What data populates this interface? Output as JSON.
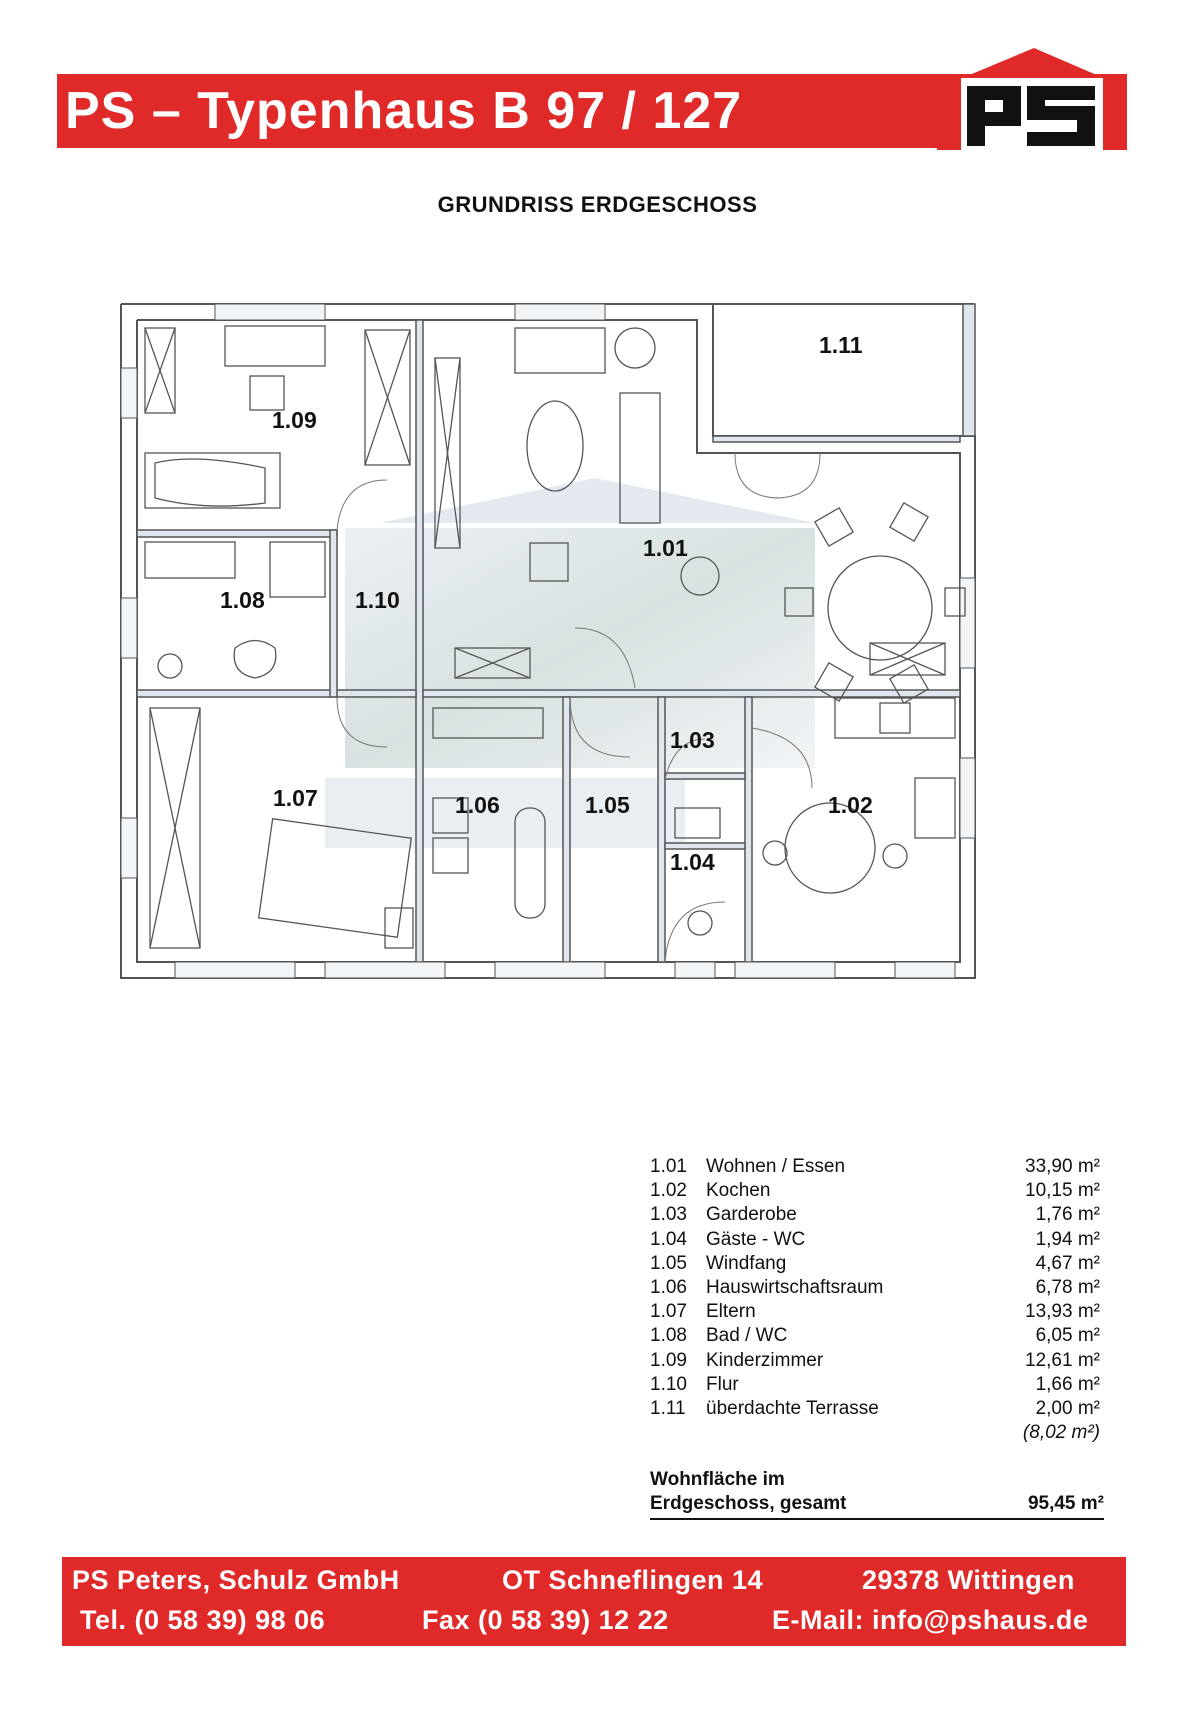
{
  "header": {
    "title": "PS – Typenhaus  B 97 / 127",
    "logo_text": "ps"
  },
  "plan": {
    "heading": "GRUNDRISS ERDGESCHOSS",
    "room_labels": [
      "1.01",
      "1.02",
      "1.03",
      "1.04",
      "1.05",
      "1.06",
      "1.07",
      "1.08",
      "1.09",
      "1.10",
      "1.11"
    ]
  },
  "areas": {
    "rows": [
      {
        "num": "1.01",
        "name": "Wohnen / Essen",
        "area": "33,90 m²"
      },
      {
        "num": "1.02",
        "name": "Kochen",
        "area": "10,15 m²"
      },
      {
        "num": "1.03",
        "name": "Garderobe",
        "area": "1,76 m²"
      },
      {
        "num": "1.04",
        "name": "Gäste - WC",
        "area": "1,94 m²"
      },
      {
        "num": "1.05",
        "name": "Windfang",
        "area": "4,67 m²"
      },
      {
        "num": "1.06",
        "name": "Hauswirtschaftsraum",
        "area": "6,78 m²"
      },
      {
        "num": "1.07",
        "name": "Eltern",
        "area": "13,93 m²"
      },
      {
        "num": "1.08",
        "name": "Bad / WC",
        "area": "6,05 m²"
      },
      {
        "num": "1.09",
        "name": "Kinderzimmer",
        "area": "12,61 m²"
      },
      {
        "num": "1.10",
        "name": "Flur",
        "area": "1,66 m²"
      },
      {
        "num": "1.11",
        "name": "überdachte Terrasse",
        "area": "2,00 m²"
      }
    ],
    "terrace_note": "(8,02 m²)",
    "total_label_1": "Wohnfläche im",
    "total_label_2": "Erdgeschoss, gesamt",
    "total_value": "95,45 m²"
  },
  "footer": {
    "company": "PS Peters, Schulz GmbH",
    "street": "OT Schneflingen 14",
    "city": "29378 Wittingen",
    "tel": "Tel. (0 58 39) 98 06",
    "fax": "Fax (0 58 39) 12 22",
    "email": "E-Mail: info@pshaus.de"
  },
  "colors": {
    "brand_red": "#e02a2a",
    "wall": "#555555",
    "wall_fill": "#dfe6ee"
  }
}
